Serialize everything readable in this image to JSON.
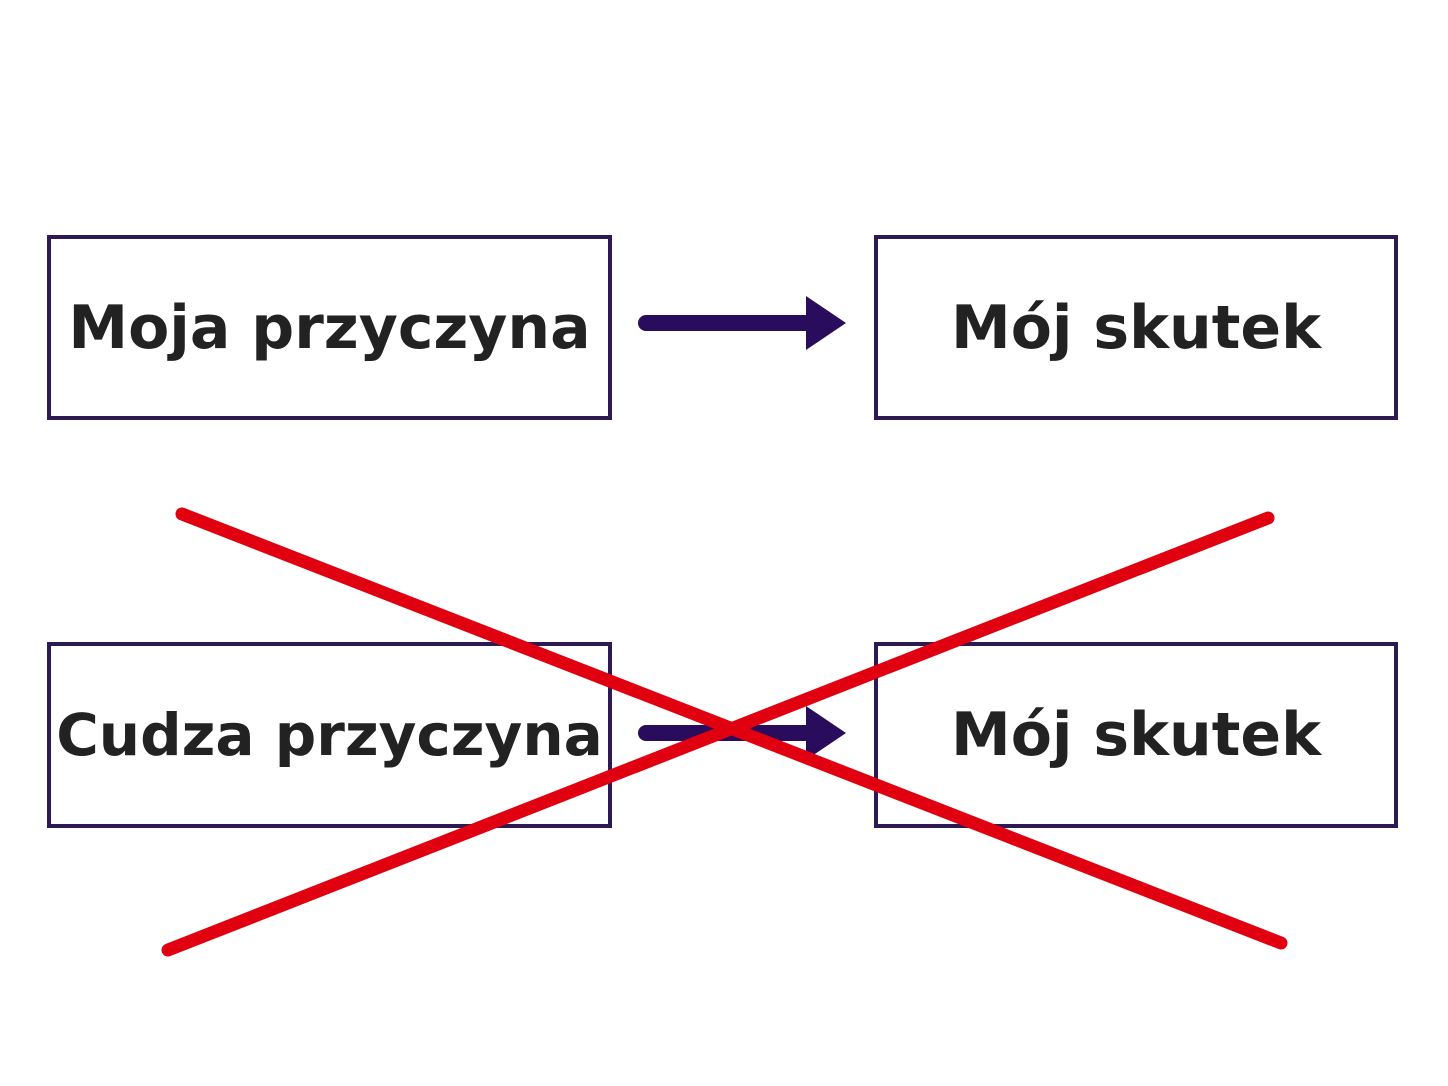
{
  "colors": {
    "box_border": "#2e1a52",
    "arrow": "#2a0c5c",
    "cross": "#e0000f",
    "text": "#222222",
    "background": "#ffffff"
  },
  "rows": [
    {
      "cause_label": "Moja przyczyna",
      "effect_label": "Mój skutek",
      "crossed_out": false
    },
    {
      "cause_label": "Cudza przyczyna",
      "effect_label": "Mój skutek",
      "crossed_out": true
    }
  ],
  "icons": {
    "arrow": "arrow-right-icon",
    "cross": "cross-out-icon"
  }
}
